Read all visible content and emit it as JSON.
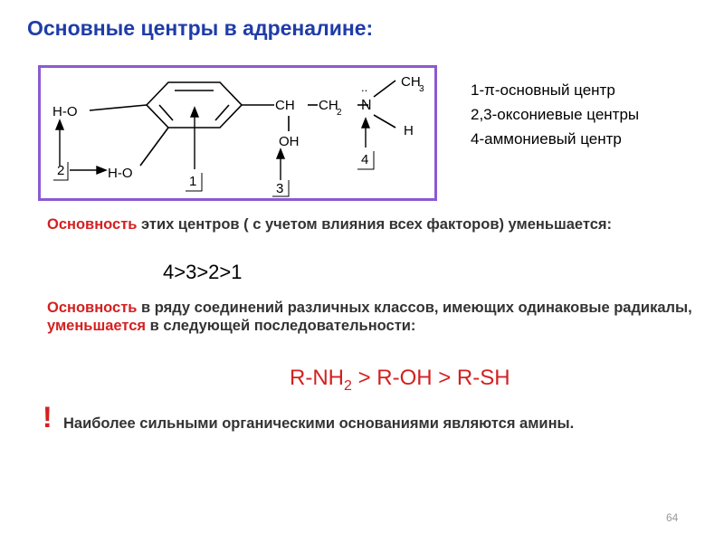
{
  "title": "Основные центры в адреналине:",
  "structure": {
    "ho_top": "H-O",
    "ho_bottom": "H-O",
    "ch": "CH",
    "ch2": "CH",
    "ch2_sub": "2",
    "n": "N",
    "lone_pair": "..",
    "ch3": "CH",
    "ch3_sub": "3",
    "h": "H",
    "oh": "OH",
    "label_1": "1",
    "label_2": "2",
    "label_3": "3",
    "label_4": "4"
  },
  "legend": {
    "line1": "1-π-основный центр",
    "line2": "2,3-оксониевые центры",
    "line3": "4-аммониевый центр"
  },
  "p1": {
    "red": "Основность",
    "text": " этих центров ( с учетом влияния всех факторов) уменьшается:"
  },
  "inequality": "4>3>2>1",
  "p2": {
    "red1": "Основность",
    "text1": " в ряду соединений различных классов, имеющих одинаковые радикалы, ",
    "red2": "уменьшается",
    "text2": " в следующей последовательности:"
  },
  "formula": {
    "part1": "R-NH",
    "sub": "2",
    "part2": " > R-OH > R-SH"
  },
  "exclamation": "!",
  "p3": "Наиболее сильными органическими основаниями являются амины.",
  "page_number": "64"
}
